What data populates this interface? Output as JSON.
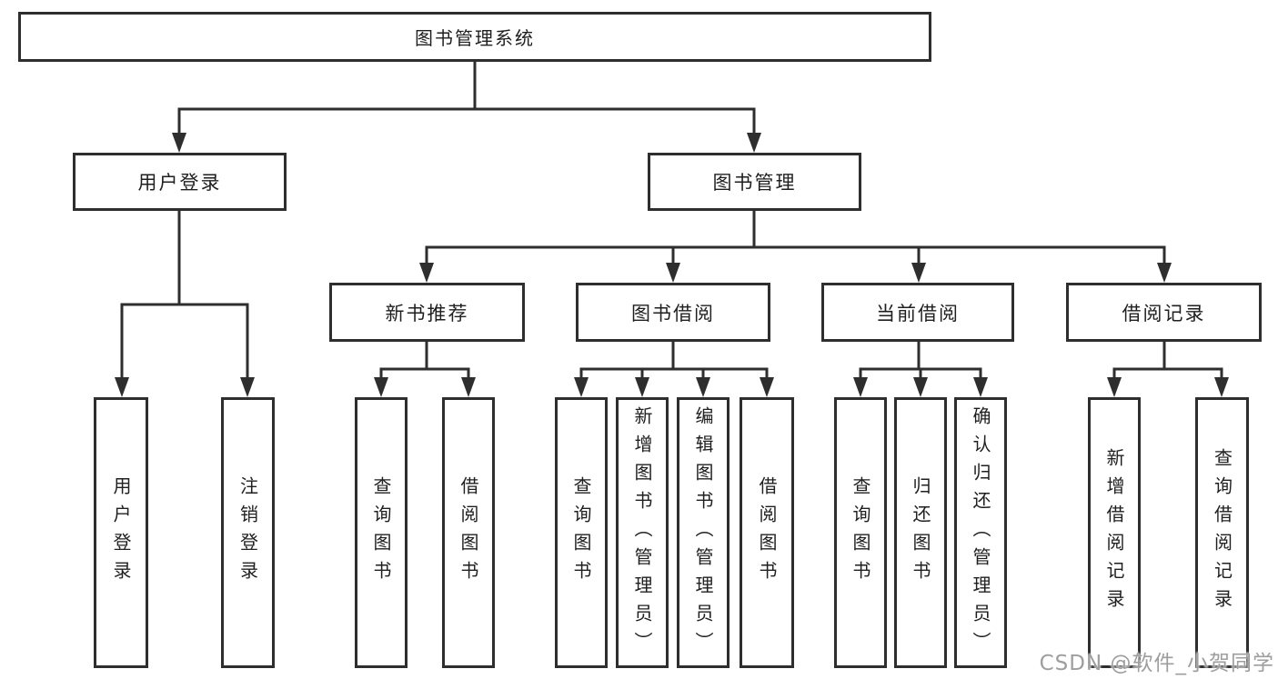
{
  "diagram": {
    "title": "图书管理系统",
    "root": {
      "label": "图书管理系统"
    },
    "level1": [
      {
        "label": "用户登录"
      },
      {
        "label": "图书管理"
      }
    ],
    "level2": [
      {
        "label": "新书推荐"
      },
      {
        "label": "图书借阅"
      },
      {
        "label": "当前借阅"
      },
      {
        "label": "借阅记录"
      }
    ],
    "leaves": {
      "login": [
        "用户登录",
        "注销登录"
      ],
      "recommend": [
        "查询图书",
        "借阅图书"
      ],
      "borrow": [
        "查询图书",
        "新增图书（管理员）",
        "编辑图书（管理员）",
        "借阅图书"
      ],
      "current": [
        "查询图书",
        "归还图书",
        "确认归还（管理员）"
      ],
      "records": [
        "新增借阅记录",
        "查询借阅记录"
      ]
    }
  },
  "watermark": "CSDN @软件_小贺同学",
  "colors": {
    "line": "#2e2e2e",
    "box_border": "#2e2e2e",
    "text": "#1f1f1f",
    "watermark": "#9e9e9e",
    "background": "#ffffff"
  }
}
